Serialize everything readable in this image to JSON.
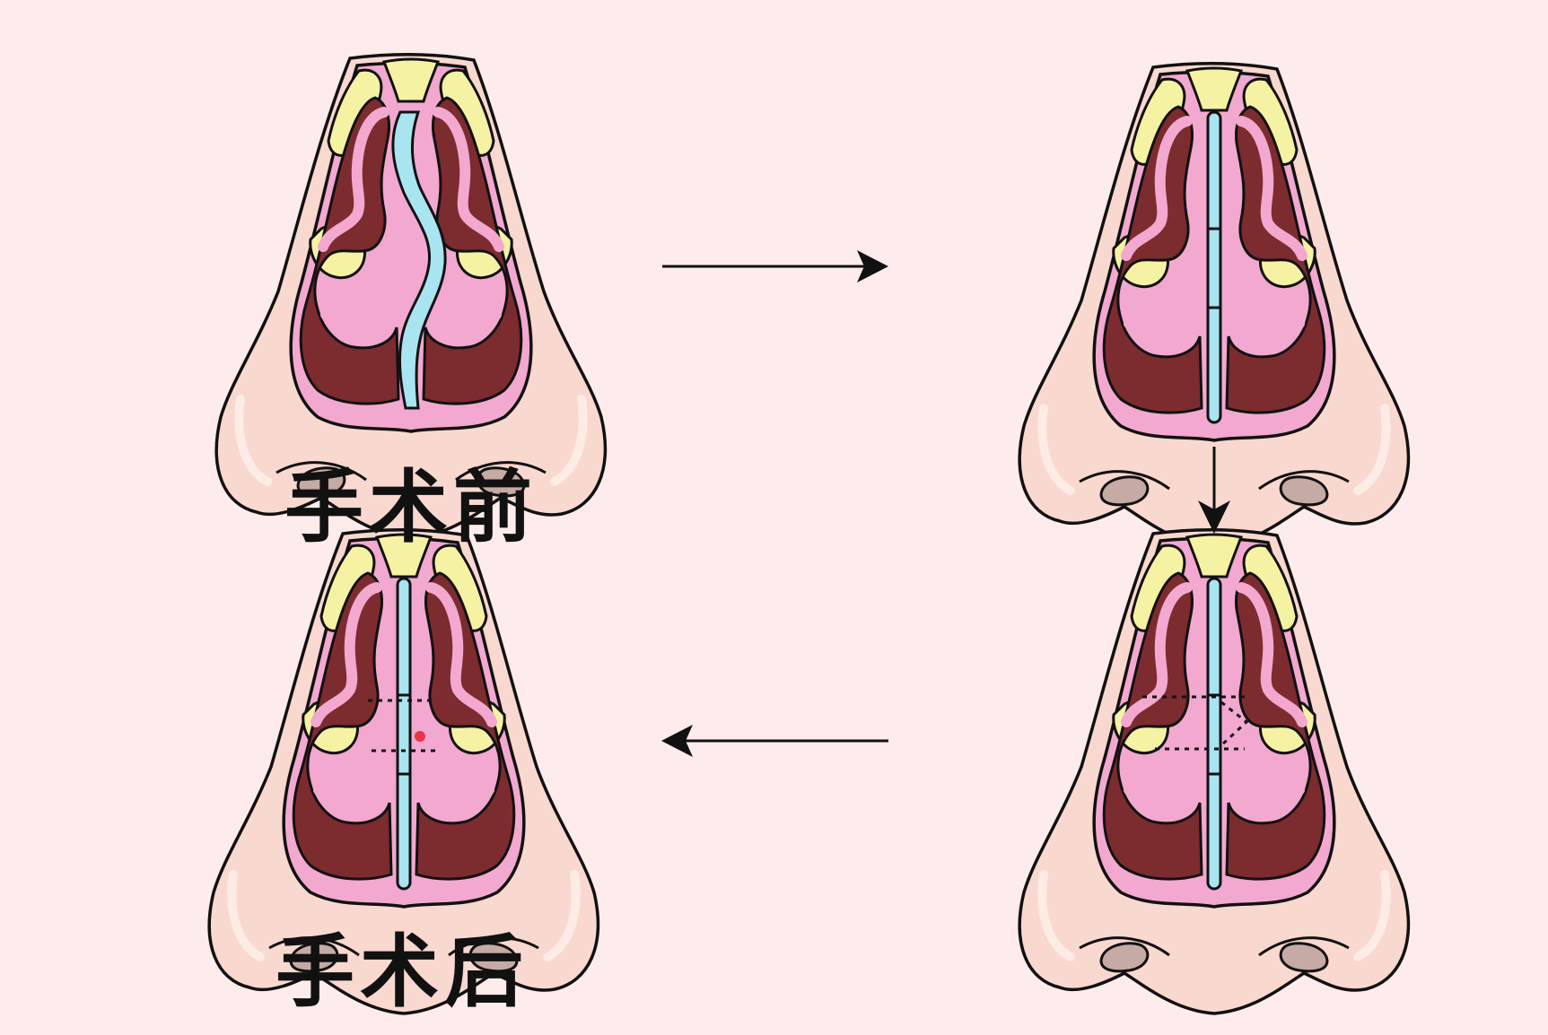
{
  "labels": {
    "before": "手术前",
    "after": "手术后"
  },
  "colors": {
    "background": "#fdeceb",
    "skin": "#f9d8cf",
    "skin_highlight": "#fdebe6",
    "nostril": "#c6aaa4",
    "mucosa": "#f2a8cf",
    "turbinate": "#7c2b2f",
    "cartilage": "#f6f2a3",
    "septum": "#a9e4f1",
    "outline": "#111111",
    "incision_mark": "#e8344a"
  },
  "stages": [
    {
      "name": "before-surgery",
      "septum": "deviated"
    },
    {
      "name": "septum-straightened",
      "septum": "straight"
    },
    {
      "name": "septum-marked",
      "septum": "straight-with-resection-marks"
    },
    {
      "name": "after-surgery",
      "septum": "straight-corrected"
    }
  ]
}
